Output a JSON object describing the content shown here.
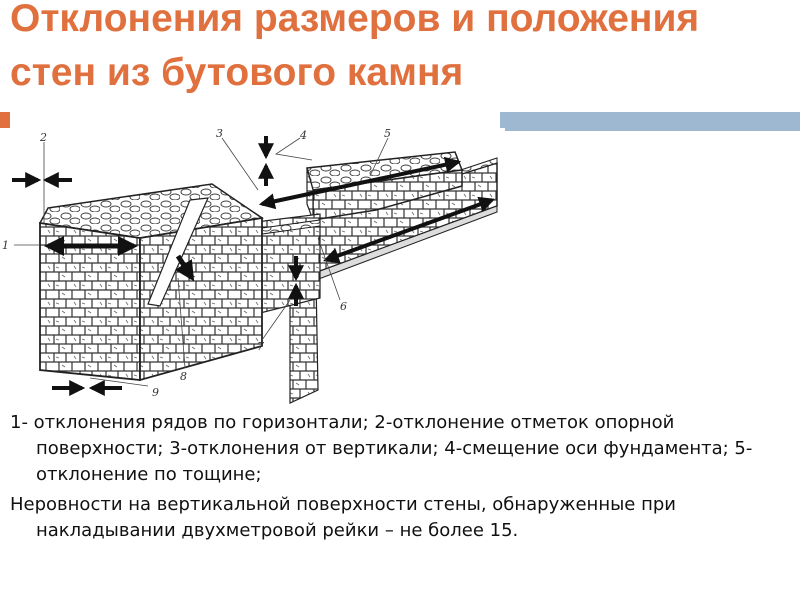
{
  "slide": {
    "title": "Отклонения размеров и положения стен из бутового камня",
    "band_colors": {
      "left": "#e0703e",
      "right": "#9fb8d2"
    },
    "title_color": "#e0703e"
  },
  "figure": {
    "labels": [
      "1",
      "2",
      "3",
      "4",
      "5",
      "6",
      "7",
      "8",
      "9"
    ]
  },
  "caption": {
    "item1": "1- отклонения рядов по горизонтали; 2-отклонение отметок  опорной поверхности; 3-отклонения от вертикали; 4-смещение оси фундамента; 5-отклонение по тощине;",
    "item2": "Неровности на вертикальной поверхности стены, обнаруженные при накладывании двухметровой рейки – не более 15."
  }
}
